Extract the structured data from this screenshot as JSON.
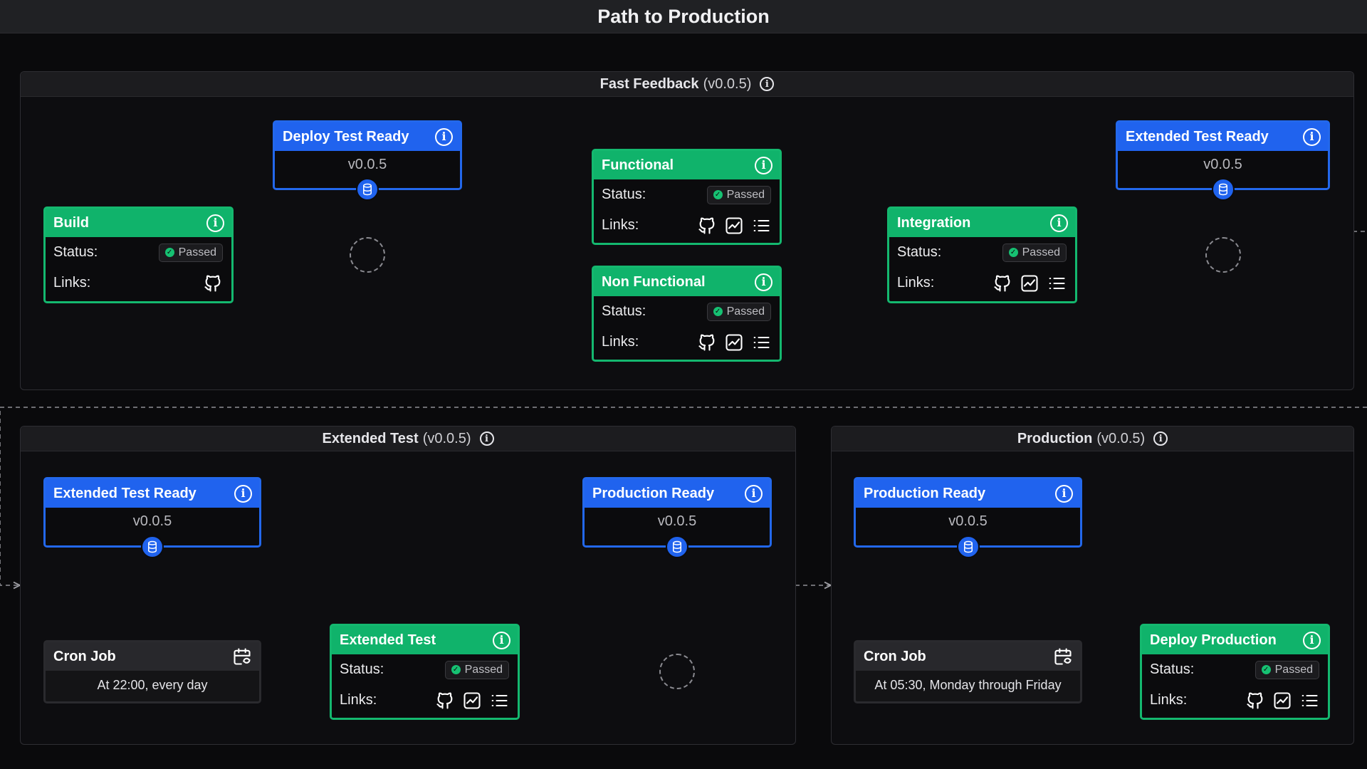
{
  "page": {
    "title": "Path to Production"
  },
  "status_colors": {
    "passed": "#16c172",
    "deploy_node": "#2063ee",
    "stage_node": "#10b36b"
  },
  "stages": {
    "fast_feedback": {
      "name": "Fast Feedback",
      "version": "(v0.0.5)"
    },
    "extended_test": {
      "name": "Extended Test",
      "version": "(v0.0.5)"
    },
    "production": {
      "name": "Production",
      "version": "(v0.0.5)"
    }
  },
  "nodes": {
    "build": {
      "title": "Build",
      "status_label": "Status:",
      "status": "Passed",
      "links_label": "Links:",
      "link_icons": [
        "github-icon"
      ]
    },
    "deploy_test_ready": {
      "title": "Deploy Test Ready",
      "version": "v0.0.5",
      "icon": "database-icon"
    },
    "functional": {
      "title": "Functional",
      "status_label": "Status:",
      "status": "Passed",
      "links_label": "Links:",
      "link_icons": [
        "github-icon",
        "chart-icon",
        "list-icon"
      ]
    },
    "non_functional": {
      "title": "Non Functional",
      "status_label": "Status:",
      "status": "Passed",
      "links_label": "Links:",
      "link_icons": [
        "github-icon",
        "chart-icon",
        "list-icon"
      ]
    },
    "integration": {
      "title": "Integration",
      "status_label": "Status:",
      "status": "Passed",
      "links_label": "Links:",
      "link_icons": [
        "github-icon",
        "chart-icon",
        "list-icon"
      ]
    },
    "extended_test_ready_ff": {
      "title": "Extended Test Ready",
      "version": "v0.0.5",
      "icon": "database-icon"
    },
    "extended_test_ready": {
      "title": "Extended Test Ready",
      "version": "v0.0.5",
      "icon": "database-icon"
    },
    "cron_job_et": {
      "title": "Cron Job",
      "schedule": "At 22:00, every day",
      "icon": "calendar-sync-icon"
    },
    "extended_test": {
      "title": "Extended Test",
      "status_label": "Status:",
      "status": "Passed",
      "links_label": "Links:",
      "link_icons": [
        "github-icon",
        "chart-icon",
        "list-icon"
      ]
    },
    "production_ready_et": {
      "title": "Production Ready",
      "version": "v0.0.5",
      "icon": "database-icon"
    },
    "production_ready": {
      "title": "Production Ready",
      "version": "v0.0.5",
      "icon": "database-icon"
    },
    "cron_job_prod": {
      "title": "Cron Job",
      "schedule": "At 05:30, Monday through Friday",
      "icon": "calendar-sync-icon"
    },
    "deploy_production": {
      "title": "Deploy Production",
      "status_label": "Status:",
      "status": "Passed",
      "links_label": "Links:",
      "link_icons": [
        "github-icon",
        "chart-icon",
        "list-icon"
      ]
    }
  }
}
